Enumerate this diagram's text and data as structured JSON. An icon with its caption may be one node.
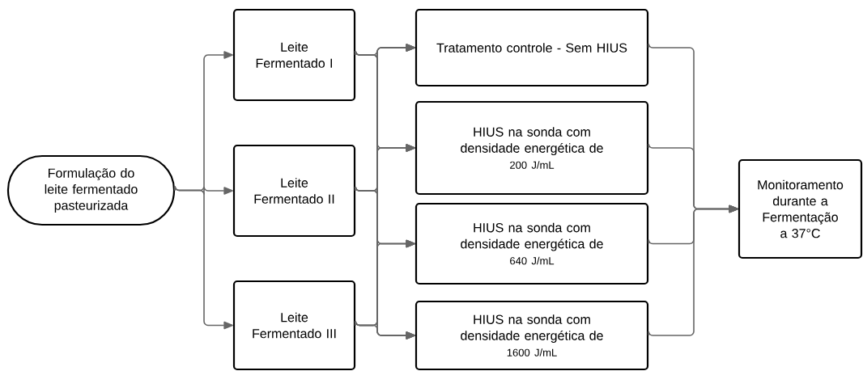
{
  "diagram": {
    "nodes": [
      {
        "text": [
          "Formulação do leite fermentado pasteurizada"
        ]
      },
      {
        "text": [
          "Leite Fermentado I"
        ]
      },
      {
        "text": [
          "Leite Fermentado II"
        ]
      },
      {
        "text": [
          "Leite Fermentado III"
        ]
      },
      {
        "text": [
          "Tratamento controle - Sem HIUS"
        ]
      },
      {
        "text": [
          "HIUS na sonda com densidade energética de",
          "200 J/mL"
        ]
      },
      {
        "text": [
          "HIUS na sonda com densidade energética de",
          "640 J/mL"
        ]
      },
      {
        "text": [
          "HIUS na sonda com densidade energética de",
          "1600 J/mL"
        ]
      },
      {
        "text": [
          "Monitoramento durante a Fermentação a 37°C"
        ]
      }
    ],
    "edges": [
      {
        "from": 0,
        "to": 1,
        "arrow": "to"
      },
      {
        "from": 0,
        "to": 2,
        "arrow": "to"
      },
      {
        "from": 0,
        "to": 3,
        "arrow": "to"
      },
      {
        "from": 1,
        "to": 4,
        "arrow": "to"
      },
      {
        "from": 1,
        "to": 5,
        "arrow": "to"
      },
      {
        "from": 1,
        "to": 6,
        "arrow": "to"
      },
      {
        "from": 1,
        "to": 7,
        "arrow": "to"
      },
      {
        "from": 2,
        "to": 4,
        "arrow": "to"
      },
      {
        "from": 2,
        "to": 5,
        "arrow": "to"
      },
      {
        "from": 2,
        "to": 6,
        "arrow": "to"
      },
      {
        "from": 2,
        "to": 7,
        "arrow": "to"
      },
      {
        "from": 3,
        "to": 4,
        "arrow": "to"
      },
      {
        "from": 3,
        "to": 5,
        "arrow": "to"
      },
      {
        "from": 3,
        "to": 6,
        "arrow": "to"
      },
      {
        "from": 3,
        "to": 7,
        "arrow": "to"
      },
      {
        "from": 4,
        "to": 8,
        "arrow": "to"
      },
      {
        "from": 5,
        "to": 8,
        "arrow": "to"
      },
      {
        "from": 6,
        "to": 8,
        "arrow": "to"
      },
      {
        "from": 7,
        "to": 8,
        "arrow": "to"
      }
    ]
  }
}
